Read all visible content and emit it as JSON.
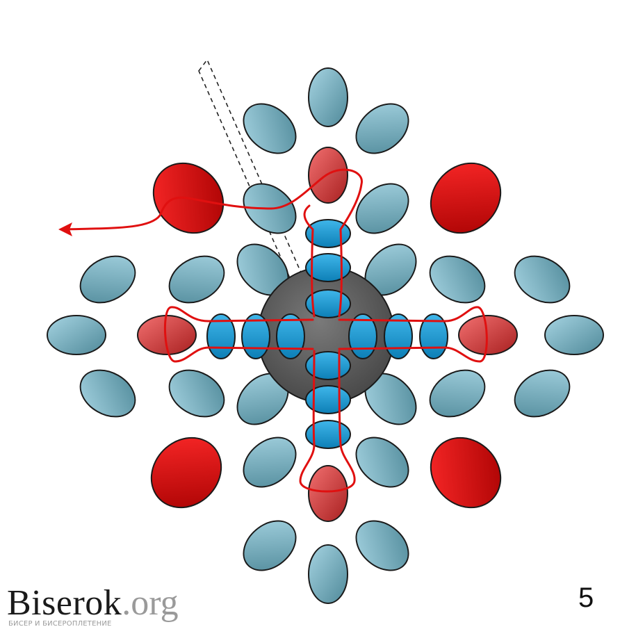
{
  "step_number": "5",
  "logo": {
    "main": "Biserok",
    "tld": ".org",
    "subtitle": "БИСЕР И БИСЕРОПЛЕТЕНИЕ"
  },
  "colors": {
    "light_bead": "#7eb8c9",
    "red_bead": "#dd1111",
    "blue_bead": "#1e9ad6",
    "center_bead": "#6a6a6a",
    "thread": "#e01010",
    "needle_outline": "#222222"
  },
  "icons": [
    "thread-direction-arrow",
    "needle-outline"
  ]
}
